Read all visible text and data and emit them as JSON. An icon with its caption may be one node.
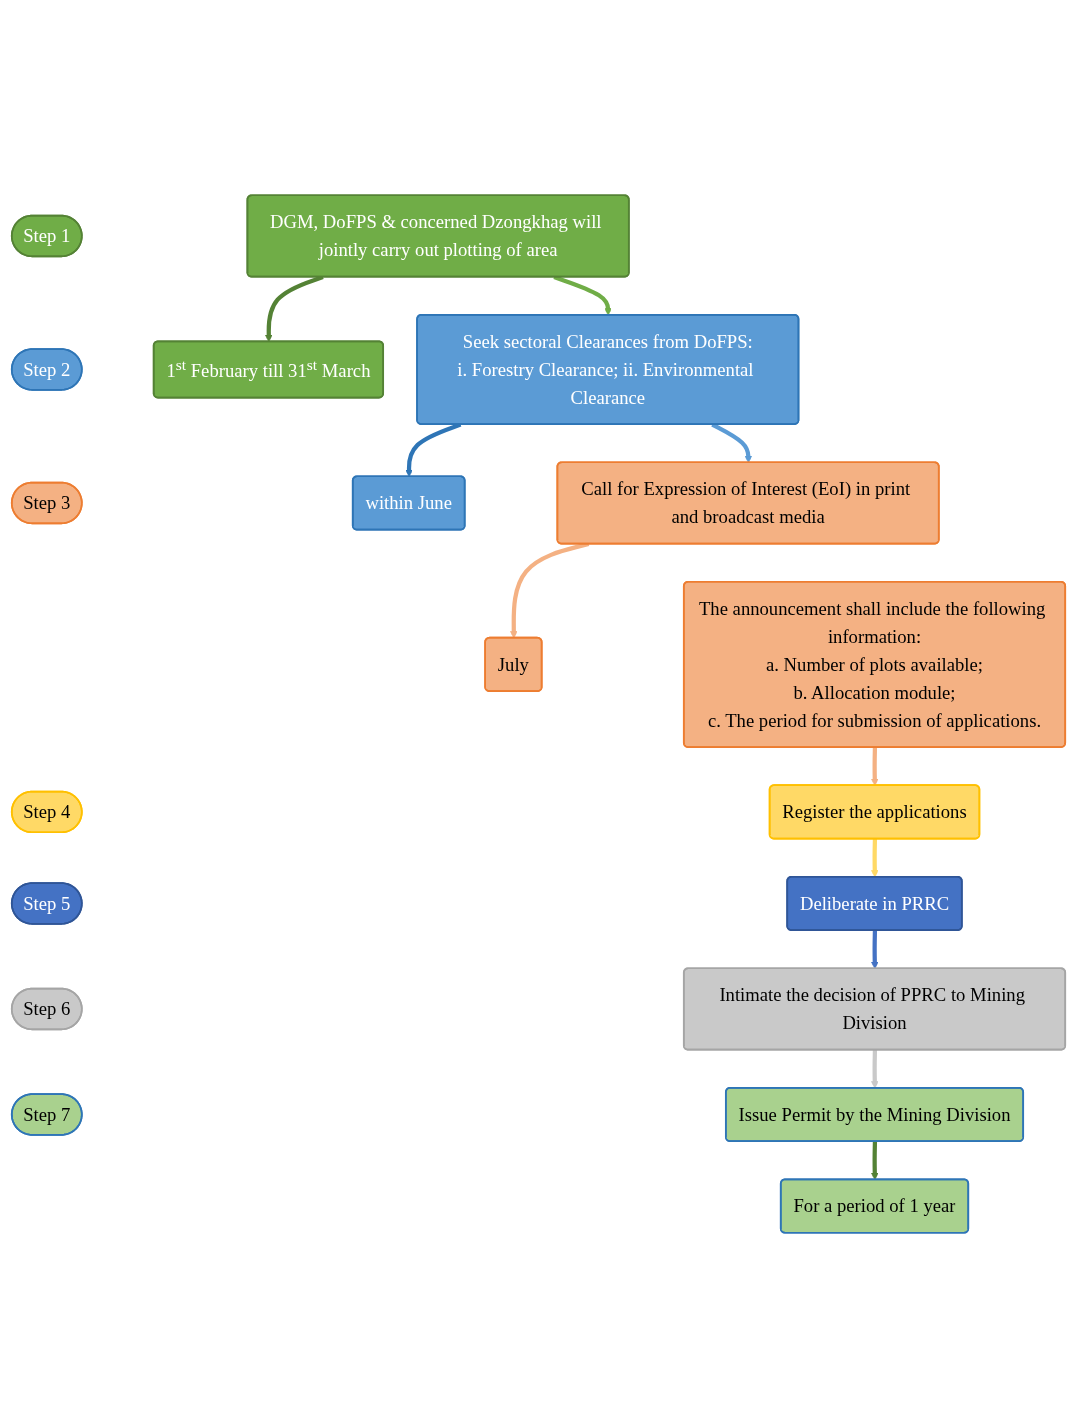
{
  "diagram": {
    "nodes": [
      {
        "text": [
          "Step 1"
        ]
      },
      {
        "text": [
          "DGM, DoFPS & concerned Dzongkhag will jointly carry out plotting of area"
        ]
      },
      {
        "text": [
          "1$^{st}$ February till 31$^{st}$ March"
        ]
      },
      {
        "text": [
          "Step 2"
        ]
      },
      {
        "text": [
          "Seek sectoral Clearances from DoFPS:",
          "i. Forestry Clearance; ii. Environmental Clearance"
        ]
      },
      {
        "text": [
          "within June"
        ]
      },
      {
        "text": [
          "Step 3"
        ]
      },
      {
        "text": [
          "Call for Expression of Interest (EoI) in print and broadcast media"
        ]
      },
      {
        "text": [
          "July"
        ]
      },
      {
        "text": [
          "The announcement shall include the following information:",
          "a. Number of plots available;",
          "b. Allocation module;",
          "c. The period for submission of applications."
        ]
      },
      {
        "text": [
          "Step 4"
        ]
      },
      {
        "text": [
          "Register the applications"
        ]
      },
      {
        "text": [
          "Step 5"
        ]
      },
      {
        "text": [
          "Deliberate in PRRC"
        ]
      },
      {
        "text": [
          "Step 6"
        ]
      },
      {
        "text": [
          "Intimate the decision of PPRC to Mining Division"
        ]
      },
      {
        "text": [
          "Step 7"
        ]
      },
      {
        "text": [
          "Issue Permit by the Mining Division"
        ]
      },
      {
        "text": [
          "For a period of 1 year"
        ]
      }
    ],
    "edges": [
      {
        "from": 1,
        "to": 2,
        "arrow": "to",
        "color": "#548235"
      },
      {
        "from": 1,
        "to": 4,
        "arrow": "to",
        "color": "#70ad47"
      },
      {
        "from": 4,
        "to": 5,
        "arrow": "to",
        "color": "#2e75b6"
      },
      {
        "from": 4,
        "to": 7,
        "arrow": "to",
        "color": "#5b9bd5"
      },
      {
        "from": 7,
        "to": 8,
        "arrow": "to",
        "color": "#f4b183"
      },
      {
        "from": 9,
        "to": 11,
        "arrow": "to",
        "color": "#f4b183"
      },
      {
        "from": 11,
        "to": 13,
        "arrow": "to",
        "color": "#ffd966"
      },
      {
        "from": 13,
        "to": 15,
        "arrow": "to",
        "color": "#4472c4"
      },
      {
        "from": 15,
        "to": 17,
        "arrow": "to",
        "color": "#c9c9c9"
      },
      {
        "from": 17,
        "to": 18,
        "arrow": "to",
        "color": "#548235"
      }
    ]
  }
}
